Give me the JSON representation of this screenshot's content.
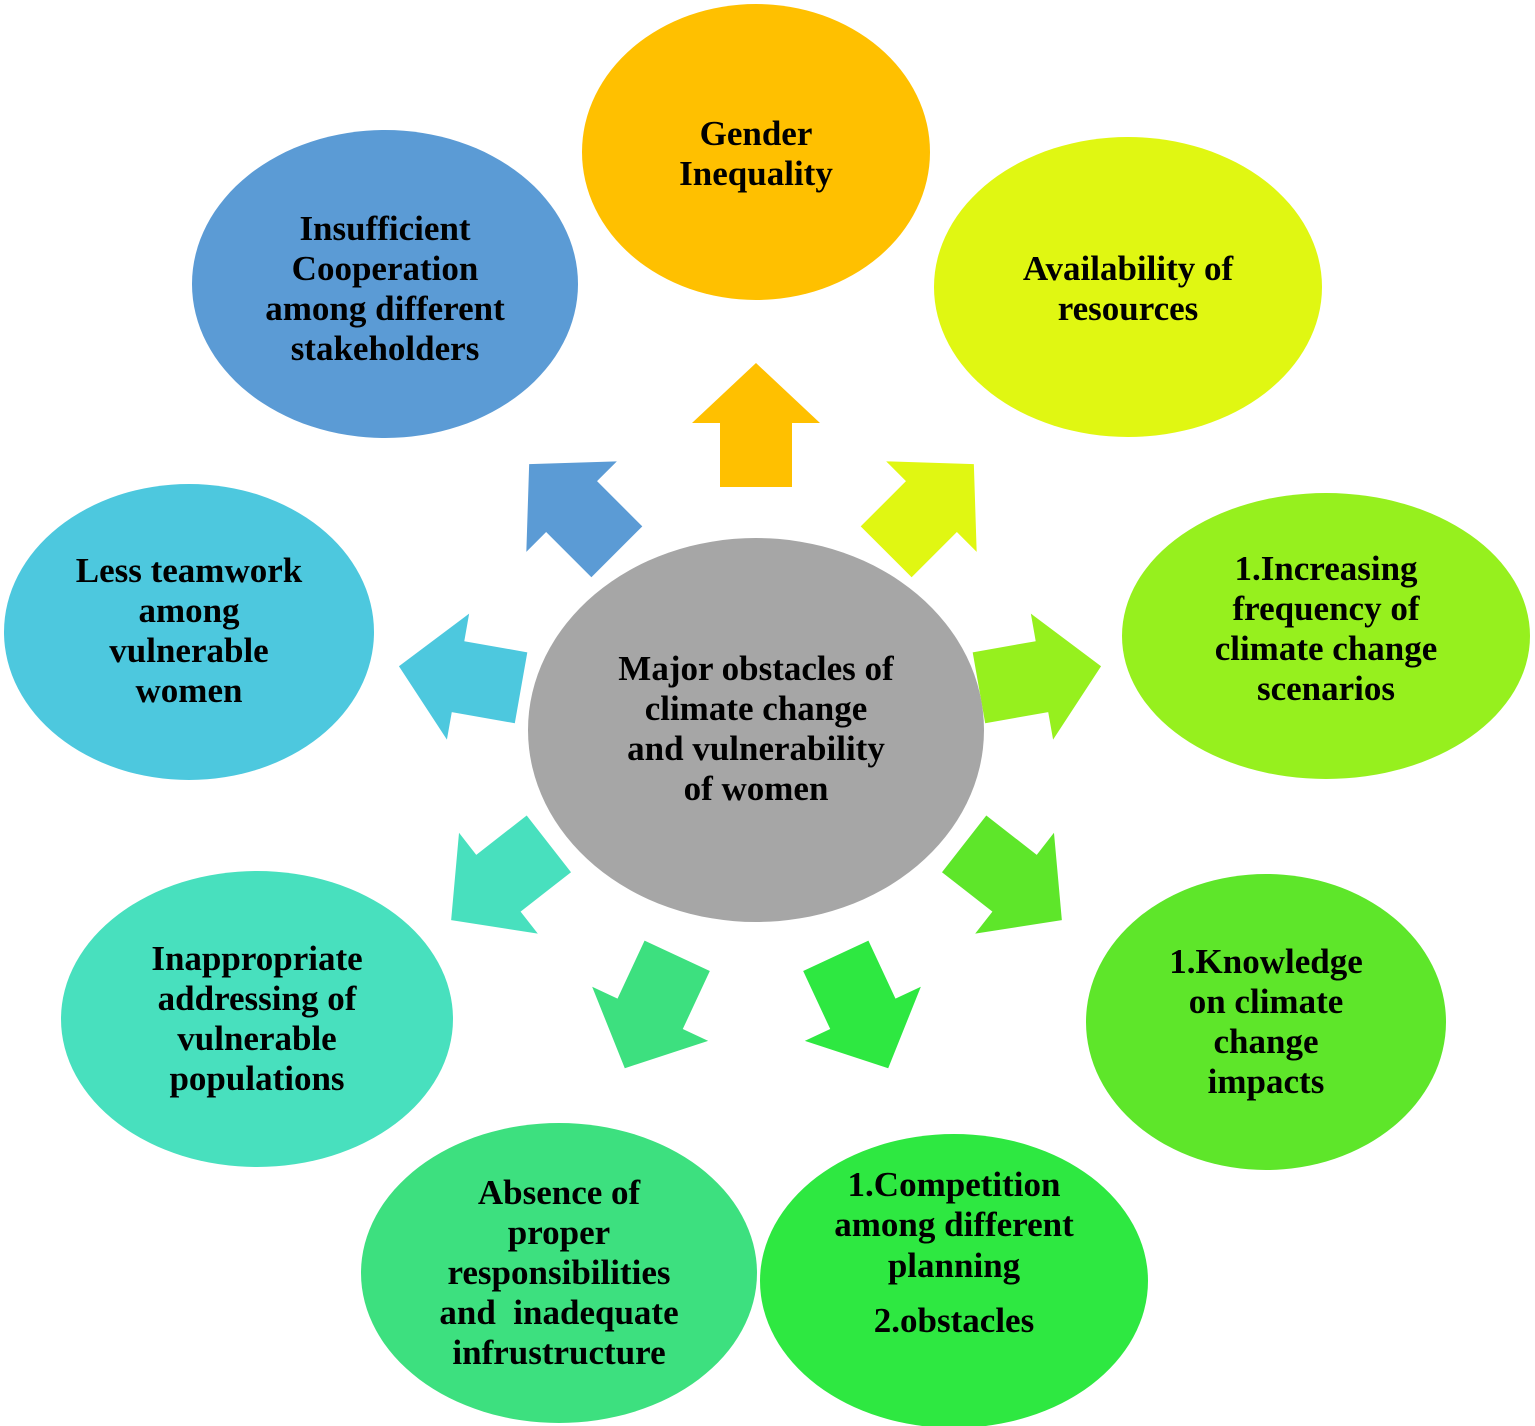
{
  "center": {
    "lines": [
      "Major obstacles of",
      "climate change",
      "and vulnerability",
      "of women"
    ],
    "color": "#A6A6A6"
  },
  "nodes": [
    {
      "id": "gender-inequality",
      "lines": [
        "Gender",
        "Inequality"
      ],
      "color": "#FFC000"
    },
    {
      "id": "availability-of-resources",
      "lines": [
        "Availability of",
        "resources"
      ],
      "color": "#E0F712"
    },
    {
      "id": "increasing-frequency",
      "lines": [
        "1.Increasing",
        "frequency of",
        "climate change",
        "scenarios"
      ],
      "color": "#96F01E"
    },
    {
      "id": "knowledge-impacts",
      "lines": [
        "1.Knowledge",
        "on climate",
        "change",
        "impacts"
      ],
      "color": "#5EE62A"
    },
    {
      "id": "competition-planning",
      "lines": [
        "1.Competition",
        "among different",
        "planning",
        "2.obstacles"
      ],
      "color": "#2EE841"
    },
    {
      "id": "absence-responsibilities",
      "lines": [
        "Absence of",
        "proper",
        "responsibilities",
        "and  inadequate",
        "infrustructure"
      ],
      "color": "#3DE07F"
    },
    {
      "id": "inappropriate-addressing",
      "lines": [
        "Inappropriate",
        "addressing of",
        "vulnerable",
        "populations"
      ],
      "color": "#48E0BE"
    },
    {
      "id": "less-teamwork",
      "lines": [
        "Less teamwork",
        "among",
        "vulnerable",
        "women"
      ],
      "color": "#4DC8DE"
    },
    {
      "id": "insufficient-cooperation",
      "lines": [
        "Insufficient",
        "Cooperation",
        "among different",
        "stakeholders"
      ],
      "color": "#5B9BD5"
    }
  ]
}
